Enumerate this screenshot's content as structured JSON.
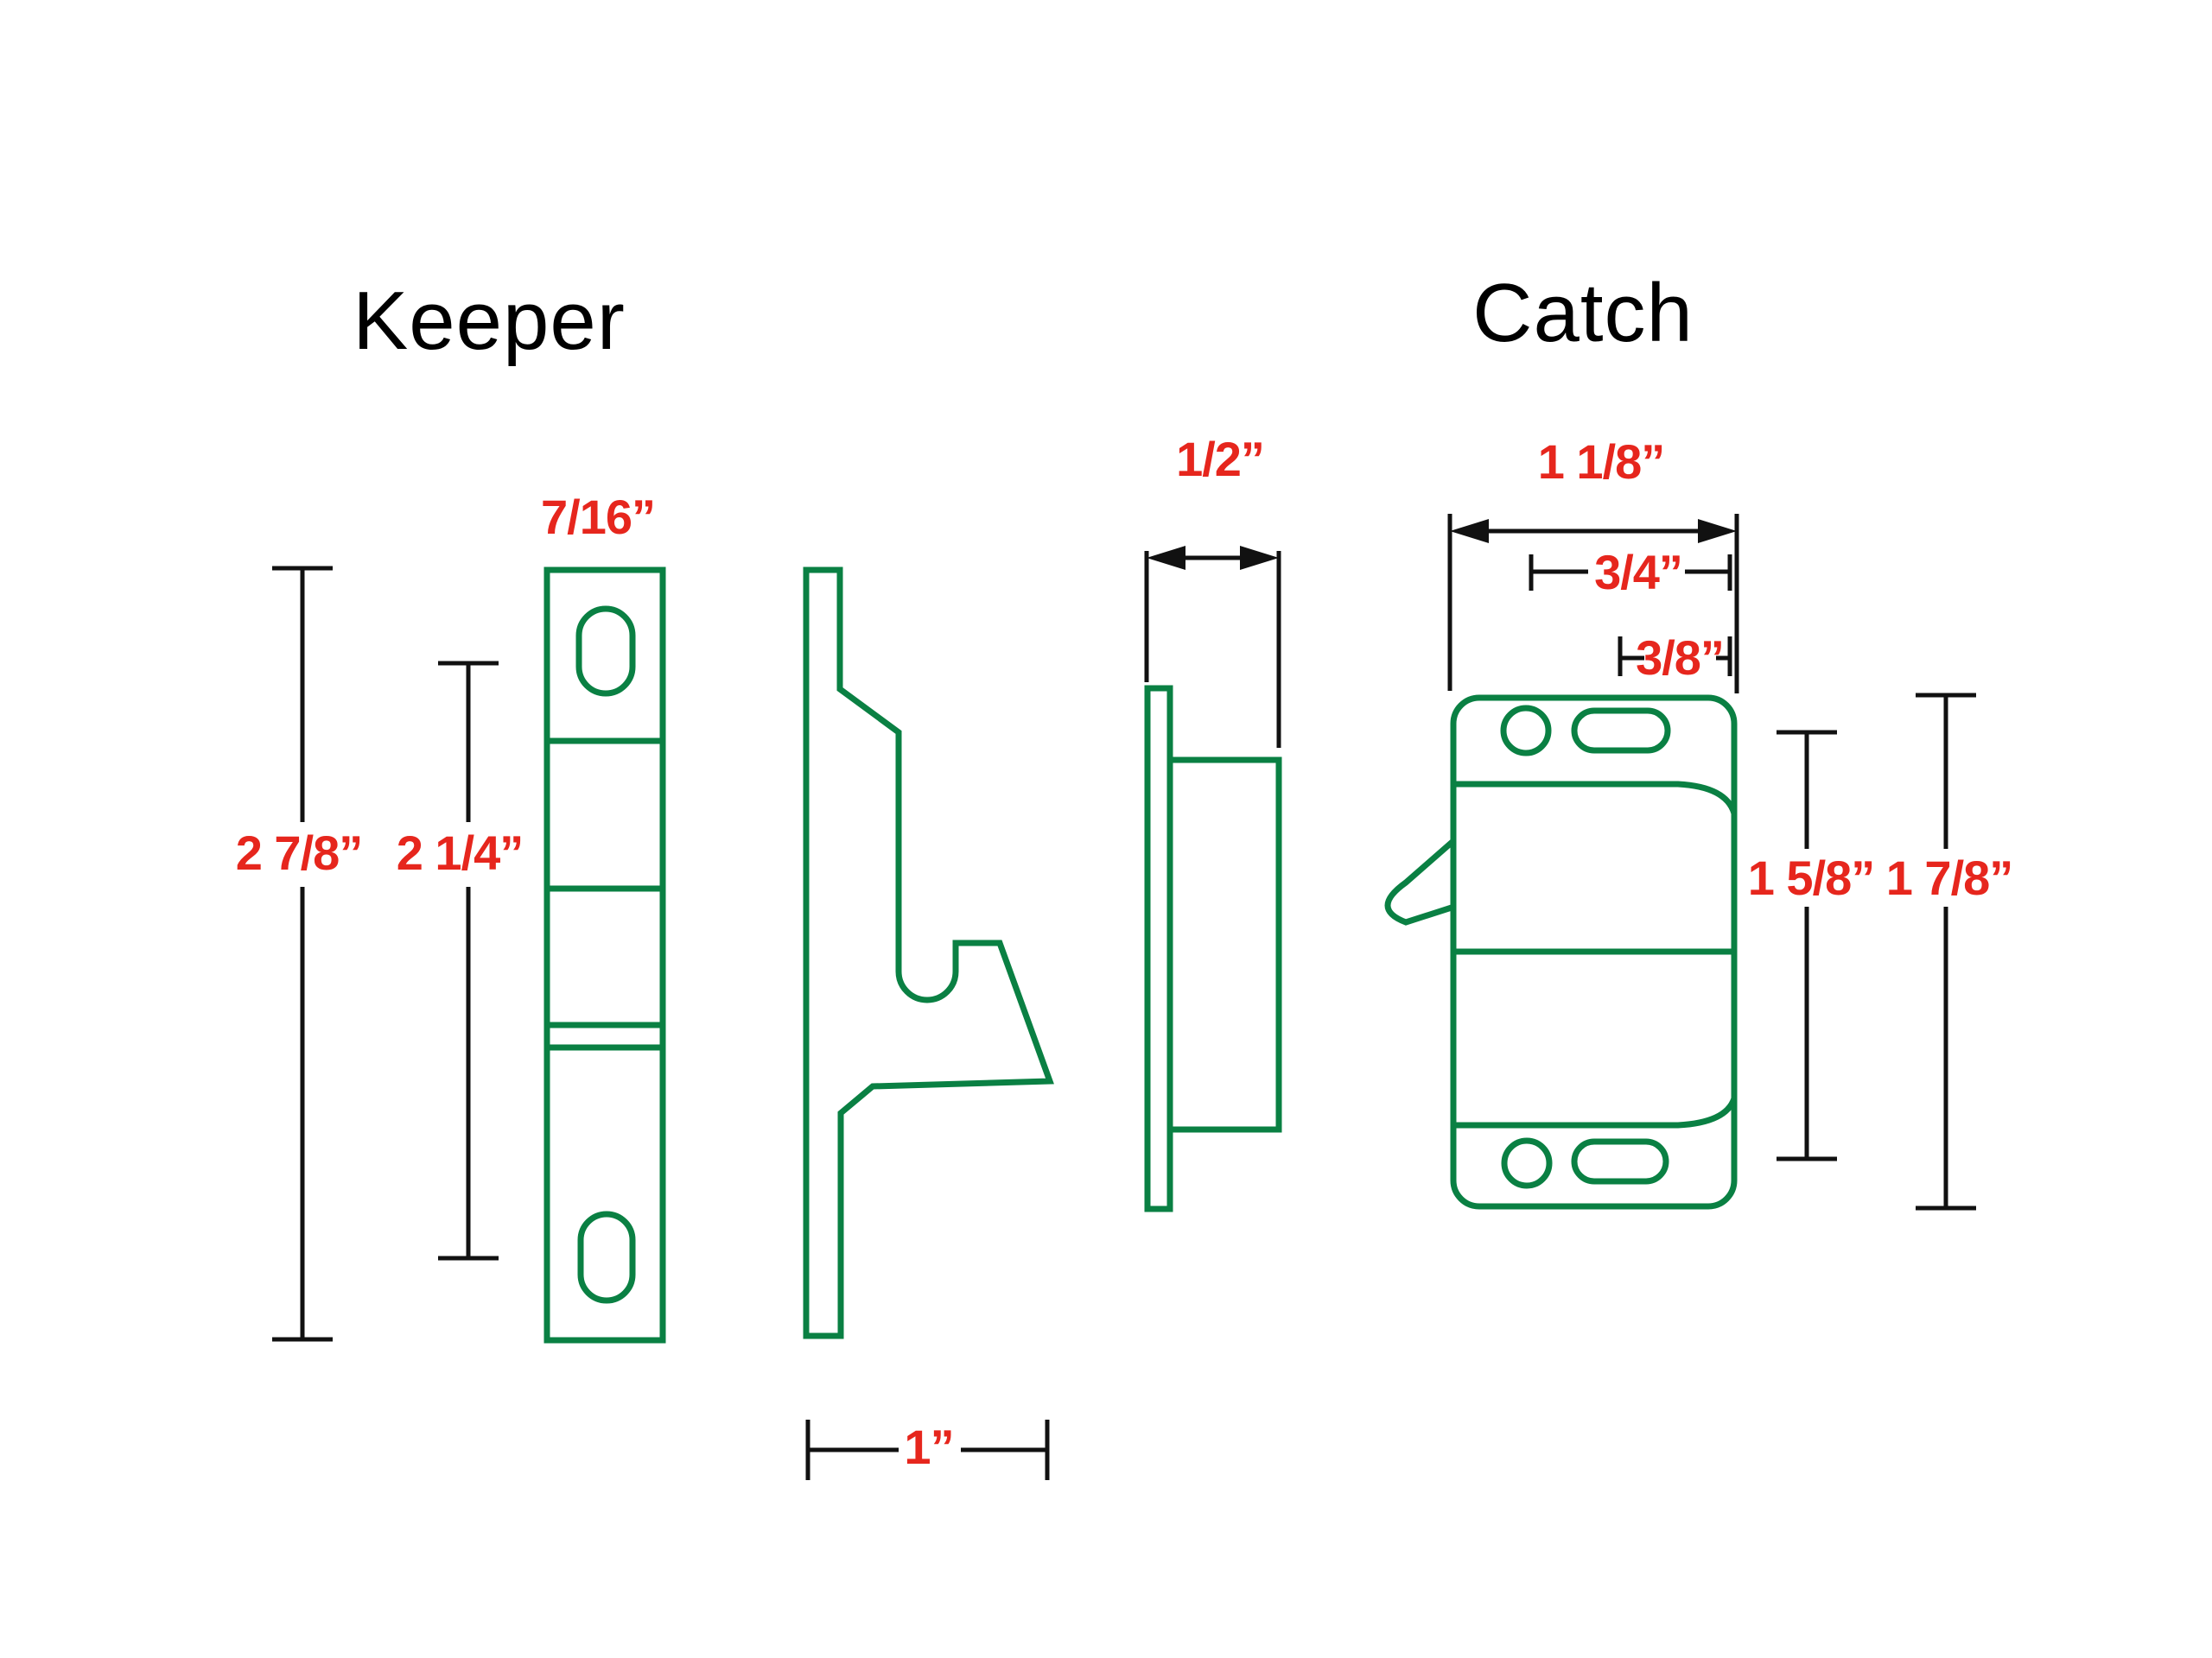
{
  "titles": {
    "keeper": "Keeper",
    "catch": "Catch"
  },
  "colors": {
    "background": "#ffffff",
    "line_green": "#0a8043",
    "dim_red": "#e6261d",
    "dim_black": "#111111"
  },
  "keeper": {
    "labels": {
      "width": "7/16”",
      "height_outer": "2 7/8”",
      "height_inner": "2 1/4”",
      "depth": "1”"
    }
  },
  "catch": {
    "labels": {
      "depth": "1/2”",
      "width_outer": "1 1/8”",
      "width_mid": "3/4”",
      "width_inner": "3/8”",
      "height_inner": "1 5/8”",
      "height_outer": "1 7/8”"
    }
  }
}
